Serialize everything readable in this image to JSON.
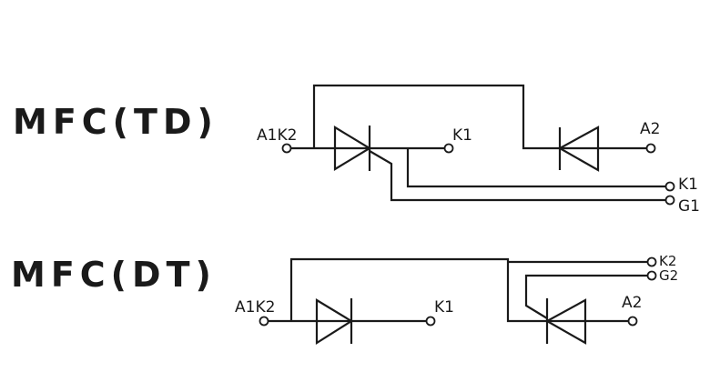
{
  "modules": [
    {
      "title": "MFC(TD)",
      "labels": {
        "left": "A1K2",
        "mid": "K1",
        "right": "A2",
        "aux1": "K1",
        "aux2": "G1"
      }
    },
    {
      "title": "MFC(DT)",
      "labels": {
        "left": "A1K2",
        "mid": "K1",
        "right": "A2",
        "aux1": "K2",
        "aux2": "G2"
      }
    }
  ]
}
